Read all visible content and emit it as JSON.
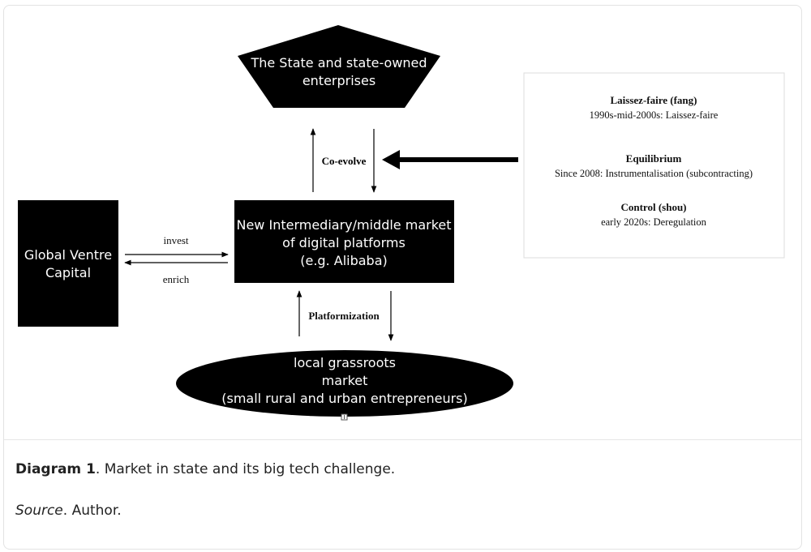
{
  "diagram": {
    "state": [
      "The State and state-owned",
      "enterprises"
    ],
    "platform": [
      "New Intermediary/middle market",
      "of digital platforms",
      "(e.g. Alibaba)"
    ],
    "vc": [
      "Global Ventre",
      "Capital"
    ],
    "grassroots": [
      "local grassroots",
      "market",
      "(small rural and urban entrepreneurs)"
    ],
    "coevolve": "Co-evolve",
    "invest": "invest",
    "enrich": "enrich",
    "platformization": "Platformization",
    "legend": {
      "phase1_title": "Laissez-faire (fang)",
      "phase1_desc": "1990s-mid-2000s: Laissez-faire",
      "phase2_title": "Equilibrium",
      "phase2_desc": "Since 2008: Instrumentalisation (subcontracting)",
      "phase3_title": "Control (shou)",
      "phase3_desc": "early 2020s: Deregulation"
    }
  },
  "caption": {
    "label": "Diagram 1",
    "text": ". Market in state and its big tech challenge."
  },
  "source": {
    "label": "Source",
    "text": ". Author."
  },
  "colors": {
    "box_fill": "#000000",
    "box_text": "#ffffff",
    "legend_border": "#dddddd"
  }
}
